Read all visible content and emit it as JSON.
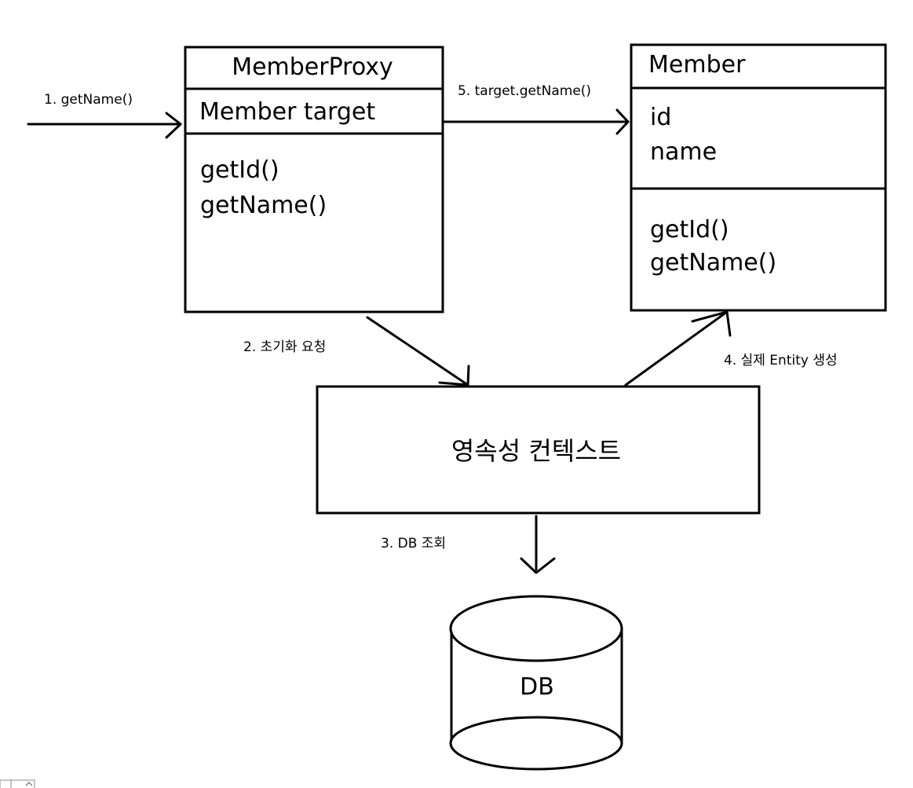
{
  "proxy": {
    "title": "MemberProxy",
    "field": "Member target",
    "methods": [
      "getId()",
      "getName()"
    ]
  },
  "member": {
    "title": "Member",
    "fields": [
      "id",
      "name"
    ],
    "methods": [
      "getId()",
      "getName()"
    ]
  },
  "context": {
    "label": "영속성 컨텍스트"
  },
  "db": {
    "label": "DB"
  },
  "steps": {
    "s1": "1.  getName()",
    "s2": "2.  초기화 요청",
    "s3": "3.  DB 조회",
    "s4": "4.  실제 Entity 생성",
    "s5": "5.  target.getName()"
  }
}
